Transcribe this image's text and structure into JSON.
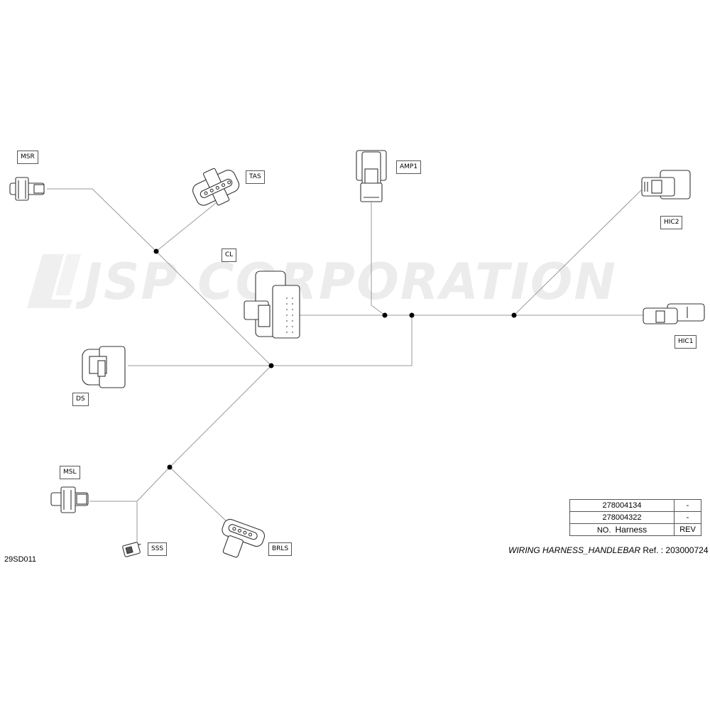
{
  "watermark": "JSP CORPORATION",
  "connectors": {
    "msr": "MSR",
    "tas": "TAS",
    "amp1": "AMP1",
    "hic2": "HIC2",
    "cl": "CL",
    "hic1": "HIC1",
    "ds": "DS",
    "msl": "MSL",
    "sss": "SSS",
    "brls": "BRLS"
  },
  "figure_code": "29SD011",
  "parts_table": {
    "rows": [
      {
        "number": "278004134",
        "rev": "-"
      },
      {
        "number": "278004322",
        "rev": "-"
      }
    ],
    "header": {
      "no": "NO.",
      "harness": "Harness",
      "rev": "REV"
    }
  },
  "title": "WIRING HARNESS_HANDLEBAR",
  "ref_label": "Ref. :",
  "ref_value": "203000724"
}
